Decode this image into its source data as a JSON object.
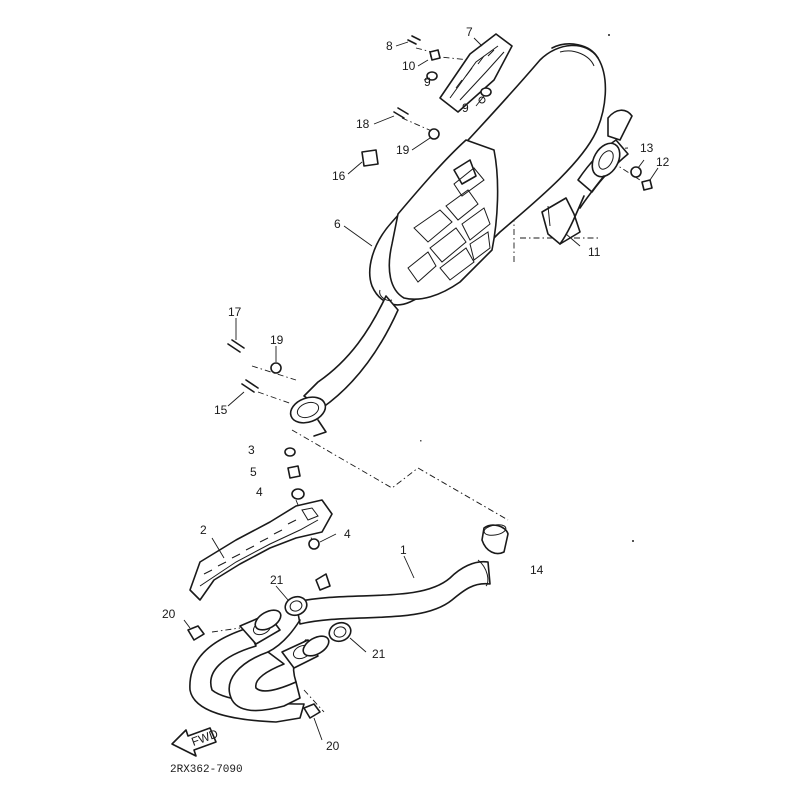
{
  "diagram": {
    "drawing_code": "2RX362-7090",
    "front_marker": "FWD",
    "callouts": [
      "1",
      "2",
      "3",
      "4",
      "4",
      "5",
      "6",
      "7",
      "8",
      "9",
      "9",
      "10",
      "11",
      "12",
      "13",
      "14",
      "15",
      "16",
      "17",
      "18",
      "19",
      "19",
      "20",
      "20",
      "21",
      "21"
    ]
  }
}
